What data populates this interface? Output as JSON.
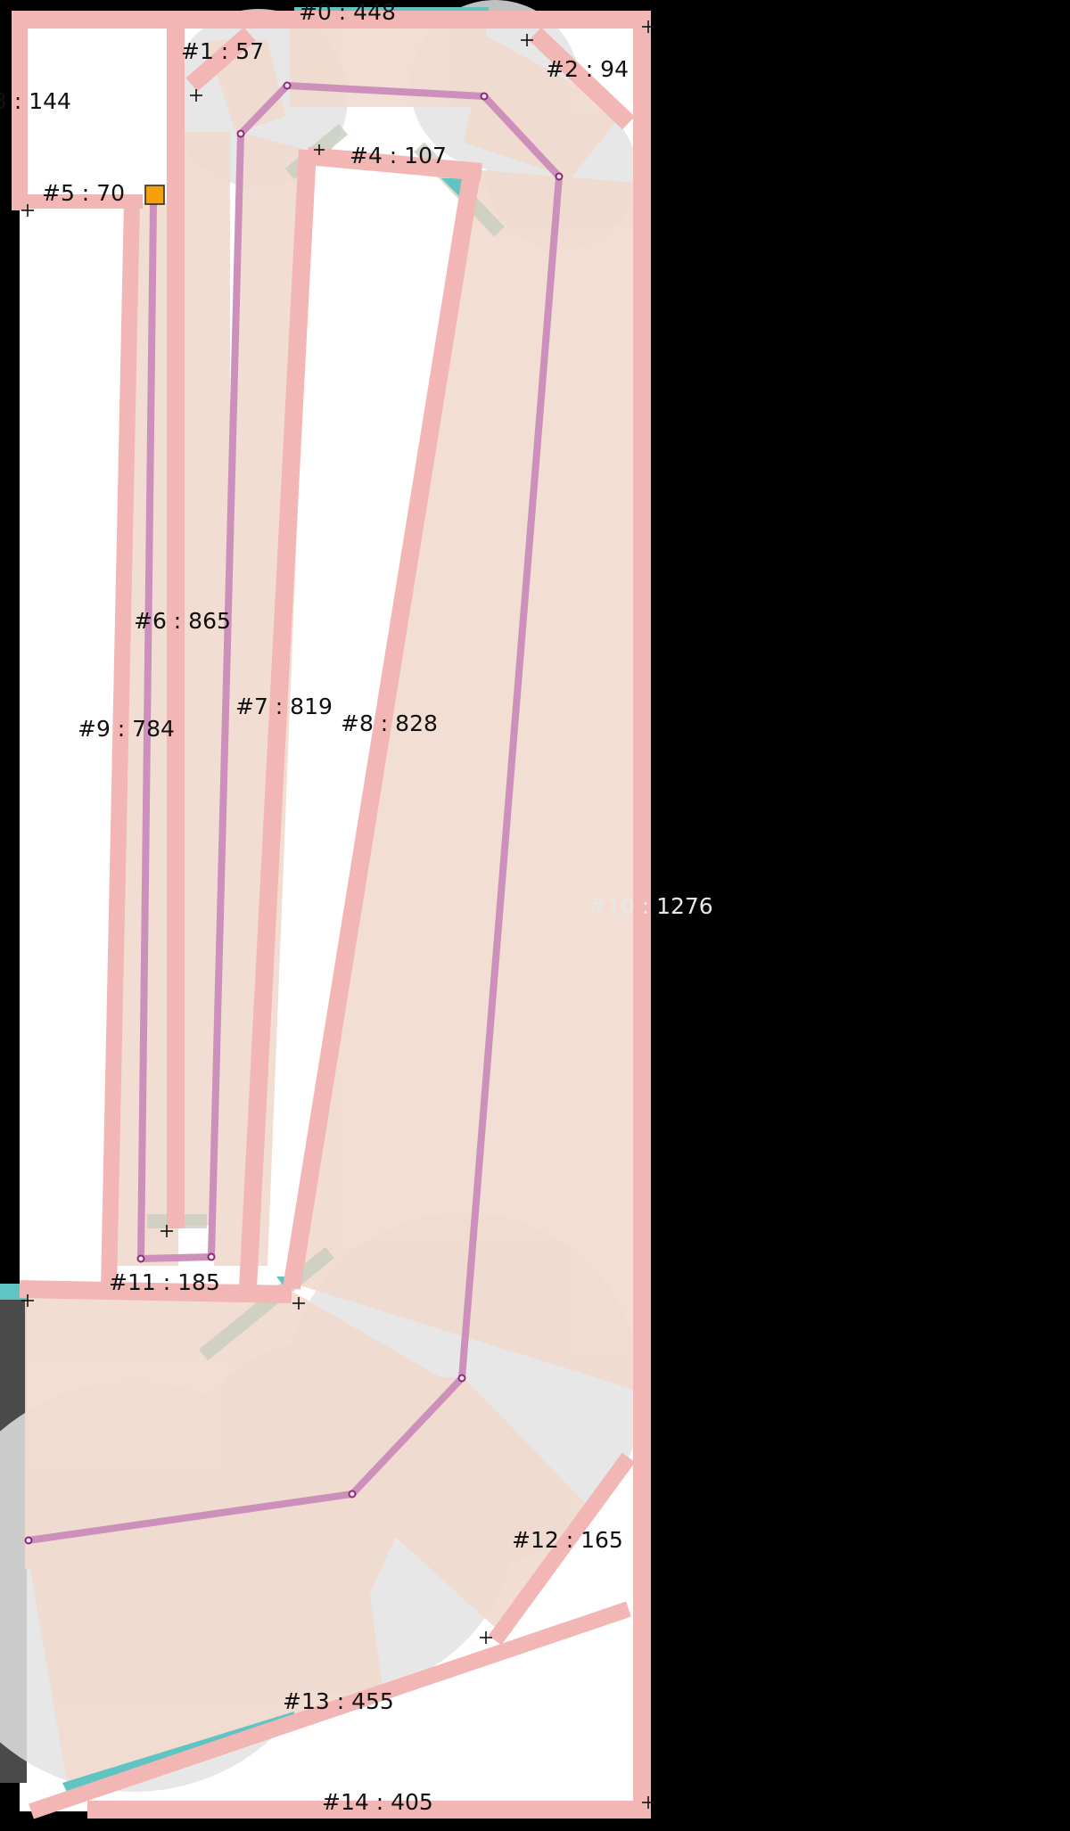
{
  "colors": {
    "background": "#000000",
    "floor": "#ffffff",
    "wall": "#f2b6b5",
    "wall_area": "#f1dbcf",
    "path": "#cc90bb",
    "node_stroke": "#8a2b7a",
    "teal": "#5fc4c2",
    "gray_zone": "#e3e3e3",
    "marker": "#f5a00a",
    "dark_panel": "#4a4a4a"
  },
  "segments": [
    {
      "id": "seg-0",
      "label": "#0 : 448"
    },
    {
      "id": "seg-1",
      "label": "#1 : 57"
    },
    {
      "id": "seg-2",
      "label": "#2 : 94"
    },
    {
      "id": "seg-3",
      "label": "3 : 144"
    },
    {
      "id": "seg-4",
      "label": "#4 : 107"
    },
    {
      "id": "seg-5",
      "label": "#5 : 70"
    },
    {
      "id": "seg-6",
      "label": "#6 : 865"
    },
    {
      "id": "seg-7",
      "label": "#7 : 819"
    },
    {
      "id": "seg-8",
      "label": "#8 : 828"
    },
    {
      "id": "seg-9",
      "label": "#9 : 784"
    },
    {
      "id": "seg-10",
      "label": "#10 : 1276"
    },
    {
      "id": "seg-11",
      "label": "#11 : 185"
    },
    {
      "id": "seg-12",
      "label": "#12 : 165"
    },
    {
      "id": "seg-13",
      "label": "#13 : 455"
    },
    {
      "id": "seg-14",
      "label": "#14 : 405"
    }
  ]
}
